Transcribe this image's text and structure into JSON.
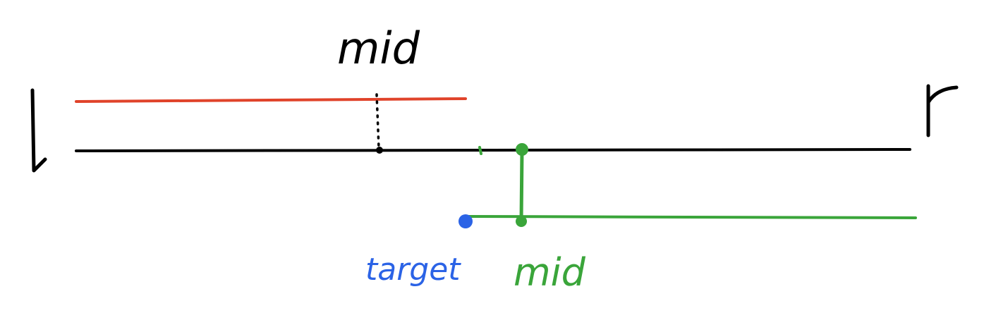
{
  "diagram": {
    "labels": {
      "left": "l",
      "right": "r",
      "mid_top": "mid",
      "target": "target",
      "mid_bottom": "mid"
    },
    "colors": {
      "black": "#000000",
      "red": "#e0432a",
      "green": "#3aa53a",
      "blue": "#2b63e6"
    }
  }
}
